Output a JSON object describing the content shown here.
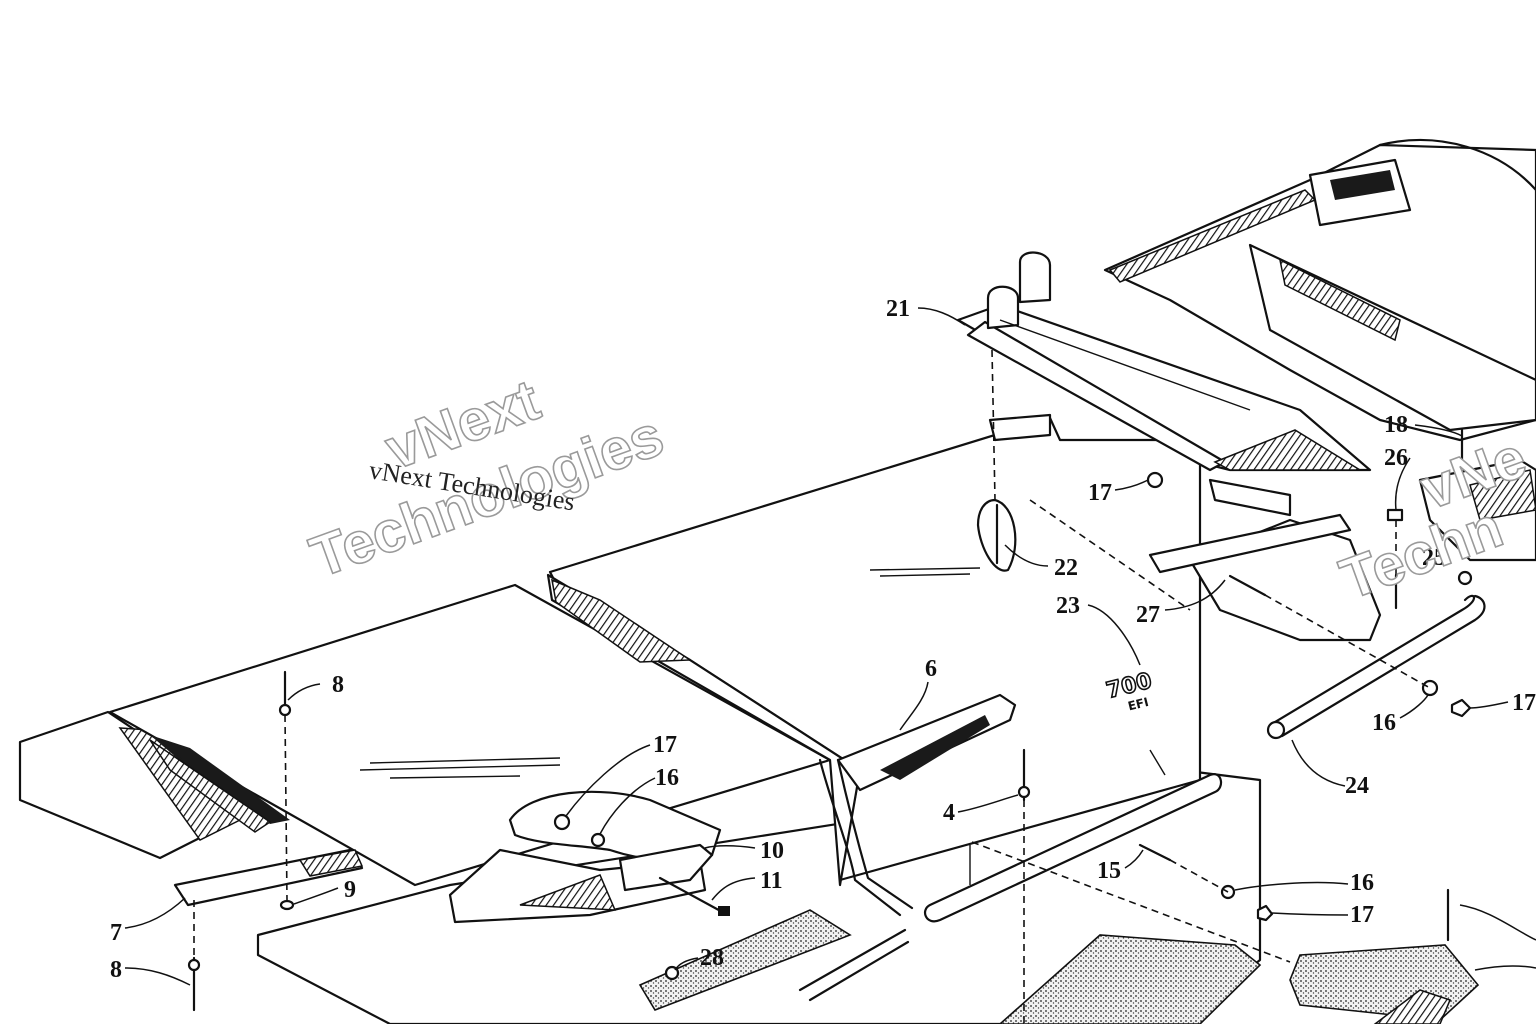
{
  "watermark": {
    "line1": "vNext",
    "line2": "Technologies",
    "caption": "vNext Technologies",
    "right_fragment1": "vNe",
    "right_fragment2": "Techn"
  },
  "badge": {
    "model": "700",
    "sub": "EFI"
  },
  "part_labels": [
    "4",
    "6",
    "7",
    "8",
    "8",
    "9",
    "10",
    "11",
    "15",
    "16",
    "16",
    "16",
    "17",
    "17",
    "17",
    "17",
    "18",
    "21",
    "22",
    "23",
    "24",
    "25",
    "26",
    "27",
    "28"
  ]
}
